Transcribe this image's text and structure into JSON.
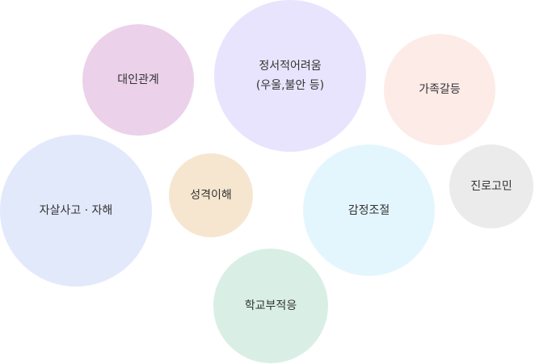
{
  "bubbles": {
    "interpersonal": {
      "label": "대인관계",
      "color": "#ebd1ea"
    },
    "emotional": {
      "label_line1": "정서적어려움",
      "label_line2": "(우울,불안 등)",
      "color": "#e9e4fd"
    },
    "family": {
      "label": "가족갈등",
      "color": "#fdebe8"
    },
    "suicide": {
      "label": "자살사고 · 자해",
      "color": "#e2e9fb"
    },
    "personality": {
      "label": "성격이해",
      "color": "#f6e6d0"
    },
    "emotion_control": {
      "label": "감정조절",
      "color": "#e4f6fd"
    },
    "career": {
      "label": "진로고민",
      "color": "#ebebeb"
    },
    "school": {
      "label": "학교부적응",
      "color": "#d9efe5"
    }
  }
}
